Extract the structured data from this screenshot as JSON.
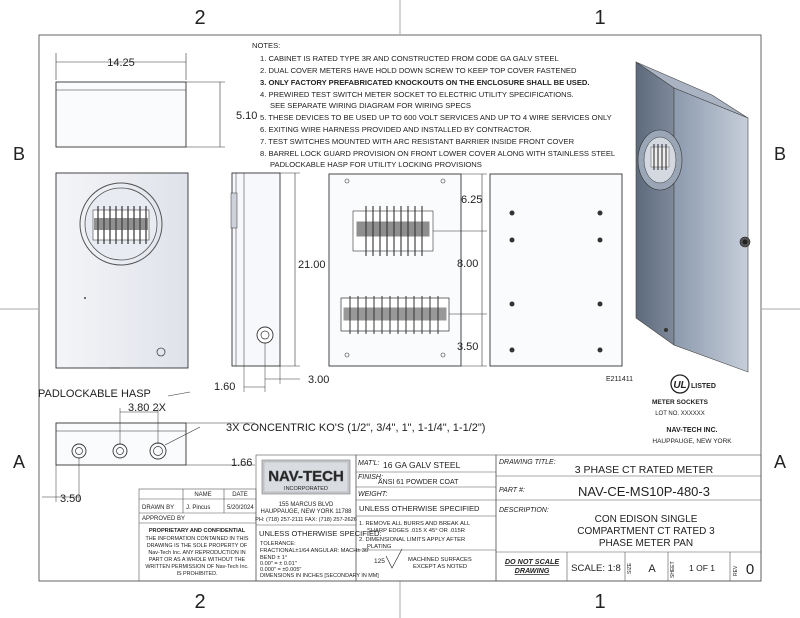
{
  "zones": {
    "col_left": "2",
    "col_right": "1",
    "row_top": "B",
    "row_bottom": "A"
  },
  "notes": {
    "title": "NOTES:",
    "items": [
      "1. CABINET IS RATED TYPE 3R AND CONSTRUCTED FROM CODE GA GALV STEEL",
      "2. DUAL COVER METERS HAVE HOLD DOWN SCREW TO KEEP TOP COVER FASTENED",
      "3. ONLY FACTORY PREFABRICATED KNOCKOUTS ON THE ENCLOSURE SHALL BE USED.",
      "4. PREWIRED TEST SWITCH METER SOCKET TO ELECTRIC UTILITY SPECIFICATIONS.",
      "SEE SEPARATE WIRING DIAGRAM FOR WIRING SPECS",
      "5. THESE DEVICES TO BE USED UP TO 600 VOLT SERVICES AND UP TO 4 WIRE SERVICES ONLY",
      "6. EXITING WIRE HARNESS PROVIDED AND INSTALLED BY CONTRACTOR.",
      "7. TEST SWITCHES MOUNTED WITH ARC RESISTANT BARRIER INSIDE FRONT COVER",
      "8. BARREL LOCK GUARD PROVISION ON FRONT LOWER COVER ALONG WITH STAINLESS STEEL",
      "PADLOCKABLE HASP FOR UTILITY LOCKING PROVISIONS"
    ]
  },
  "dims": {
    "width": "14.25",
    "depth": "5.10",
    "height": "21.00",
    "d625": "6.25",
    "d800": "8.00",
    "d350": "3.50",
    "d160": "1.60",
    "d300": "3.00",
    "d380": "3.80 2X",
    "d166": "1.66",
    "d350b": "3.50"
  },
  "labels": {
    "hasp": "PADLOCKABLE HASP",
    "kos": "3X CONCENTRIC KO'S  (1/2\", 3/4\", 1\", 1-1/4\", 1-1/2\")",
    "file_no": "E211411"
  },
  "ul": {
    "mark": "UL",
    "listed": "LISTED",
    "cat": "METER SOCKETS",
    "lot": "LOT NO. XXXXXX",
    "company": "NAV-TECH INC.",
    "city": "HAUPPAUGE, NEW YORK"
  },
  "title_block": {
    "name_hdr": "NAME",
    "date_hdr": "DATE",
    "drawn_by": "DRAWN BY",
    "drawn_name": "J. Pincus",
    "drawn_date": "5/20/2024",
    "approved_by": "APPROVED BY",
    "prop_title": "PROPRIETARY AND CONFIDENTIAL",
    "prop_lines": [
      "THE INFORMATION CONTAINED IN THIS",
      "DRAWING IS THE SOLE PROPERTY OF",
      "Nav-Tech Inc.  ANY REPRODUCTION IN",
      "PART OR AS A WHOLE WITHOUT THE",
      "WRITTEN PERMISSION OF Nav-Tech Inc.",
      "IS PROHIBITED."
    ],
    "logo_main": "NAV-TECH",
    "logo_sub": "INCORPORATED",
    "addr1": "155 MARCUS BLVD",
    "addr2": "HAUPPAUGE, NEW YORK 11788",
    "addr3": "PH: (718) 257-2111  FAX: (718) 257-2626",
    "unless": "UNLESS OTHERWISE SPECIFIED:",
    "tol": [
      "TOLERANCE:",
      "FRACTIONAL±1/64 ANGULAR: MACH± 30'",
      "BEND ± 1°",
      "0.00\" = ± 0.01\"",
      "0.000\" = ±0.005\"",
      "DIMENSIONS IN INCHES [SECONDARY IN MM]"
    ],
    "matl_lbl": "MAT'L:",
    "matl_val": "16 GA GALV STEEL",
    "finish_lbl": "FINISH:",
    "finish_val": "ANSI 61 POWDER COAT",
    "weight_lbl": "WEIGHT:",
    "unless2": "UNLESS OTHERWISE SPECIFIED",
    "burrs": [
      "1. REMOVE ALL BURRS AND BREAK ALL",
      "SHARP EDGES  .015 X 45° OR .015R"
    ],
    "limits": [
      "2. DIMENSIONAL LIMITS APPLY AFTER",
      "PLATING"
    ],
    "machined": [
      "MACHINED SURFACES",
      "EXCEPT AS NOTED"
    ],
    "finish_num": "125",
    "do_not": "DO NOT SCALE",
    "do_not2": "DRAWING",
    "dt_lbl": "DRAWING TITLE:",
    "dt_val": "3 PHASE CT RATED METER",
    "part_lbl": "PART #:",
    "part_val": "NAV-CE-MS10P-480-3",
    "desc_lbl": "DESCRIPTION:",
    "desc_lines": [
      "CON EDISON SINGLE",
      "COMPARTMENT CT RATED 3",
      "PHASE METER PAN"
    ],
    "scale": "SCALE: 1:8",
    "size_lbl": "SIZE",
    "size_val": "A",
    "sheet_lbl": "SHEET",
    "sheet_val": "1 OF 1",
    "rev_lbl": "REV",
    "rev_val": "0"
  }
}
